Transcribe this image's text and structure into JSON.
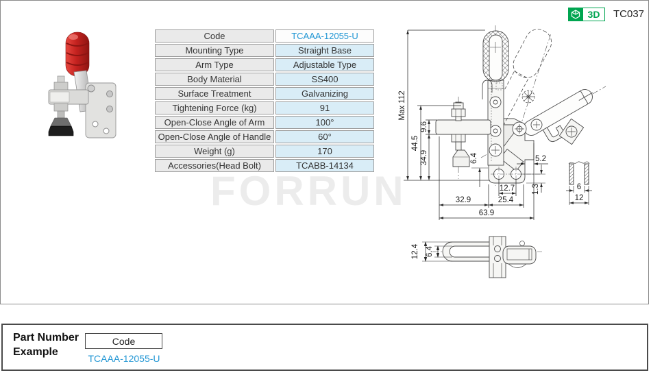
{
  "page": {
    "catalog_code": "TC037"
  },
  "badge": {
    "label": "3D"
  },
  "watermark": "FORRUN",
  "spec_table": {
    "rows": [
      {
        "label": "Code",
        "value": "TCAAA-12055-U"
      },
      {
        "label": "Mounting Type",
        "value": "Straight Base"
      },
      {
        "label": "Arm Type",
        "value": "Adjustable Type"
      },
      {
        "label": "Body Material",
        "value": "SS400"
      },
      {
        "label": "Surface Treatment",
        "value": "Galvanizing"
      },
      {
        "label": "Tightening Force (kg)",
        "value": "91"
      },
      {
        "label": "Open-Close Angle of Arm",
        "value": "100°"
      },
      {
        "label": "Open-Close  Angle of Handle",
        "value": "60°"
      },
      {
        "label": "Weight (g)",
        "value": "170"
      },
      {
        "label": "Accessories(Head Bolt)",
        "value": "TCABB-14134"
      }
    ]
  },
  "drawing": {
    "front": {
      "max_height": "Max 112",
      "h_44_5": "44.5",
      "h_9_6": "9.6",
      "h_34_9": "34.9",
      "h_6_4": "6.4",
      "r_5_2": "5.2",
      "r_1_3": "1.3",
      "w_12_7": "12.7",
      "w_25_4": "25.4",
      "w_32_9": "32.9",
      "w_63_9": "63.9"
    },
    "section": {
      "w_6": "6",
      "w_12": "12"
    },
    "top_view": {
      "h_12_4": "12.4",
      "h_6_4": "6.4"
    }
  },
  "part_number": {
    "title": "Part Number Example",
    "code_label": "Code",
    "code_value": "TCAAA-12055-U"
  },
  "colors": {
    "accent_blue": "#2196d4",
    "brand_green": "#00a550",
    "label_cell_bg": "#eaeaea",
    "value_cell_bg": "#d9edf7"
  }
}
